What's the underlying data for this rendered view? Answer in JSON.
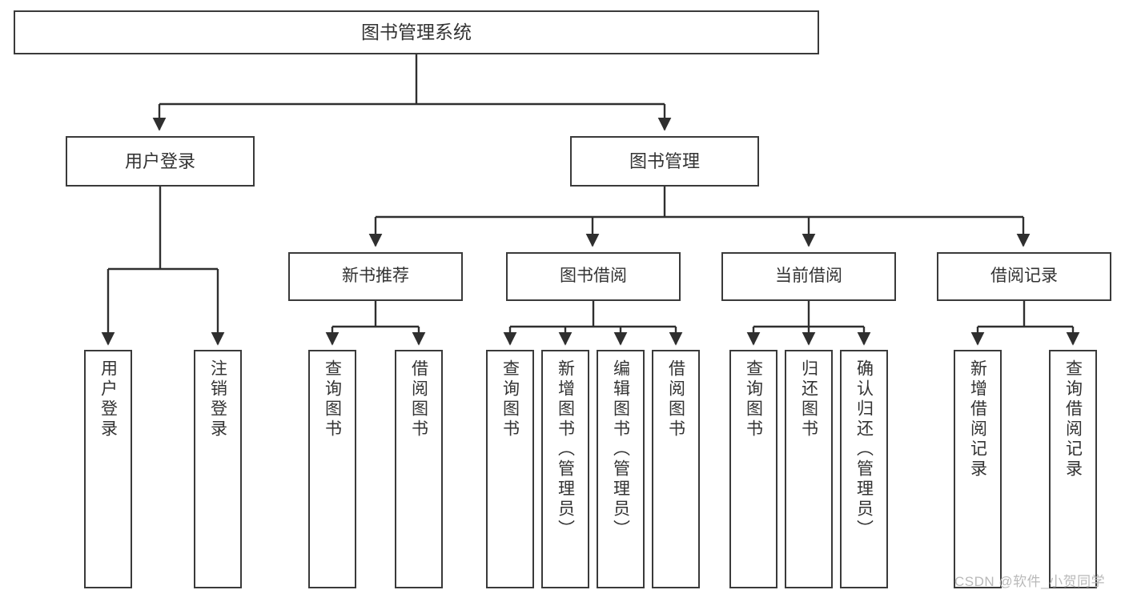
{
  "diagram": {
    "title": "图书管理系统",
    "type": "tree",
    "root": {
      "label": "图书管理系统"
    },
    "level2": [
      {
        "id": "user-login",
        "label": "用户登录"
      },
      {
        "id": "book-manage",
        "label": "图书管理"
      }
    ],
    "level3": [
      {
        "id": "new-book",
        "label": "新书推荐",
        "parent": "book-manage"
      },
      {
        "id": "borrow",
        "label": "图书借阅",
        "parent": "book-manage"
      },
      {
        "id": "current",
        "label": "当前借阅",
        "parent": "book-manage"
      },
      {
        "id": "record",
        "label": "借阅记录",
        "parent": "book-manage"
      }
    ],
    "leaves": [
      {
        "id": "leaf-user-login",
        "label": "用户登录",
        "parent": "user-login"
      },
      {
        "id": "leaf-user-logout",
        "label": "注销登录",
        "parent": "user-login"
      },
      {
        "id": "leaf-newbook-query",
        "label": "查询图书",
        "parent": "new-book"
      },
      {
        "id": "leaf-newbook-borrow",
        "label": "借阅图书",
        "parent": "new-book"
      },
      {
        "id": "leaf-borrow-query",
        "label": "查询图书",
        "parent": "borrow"
      },
      {
        "id": "leaf-borrow-add",
        "label": "新增图书（管理员）",
        "parent": "borrow"
      },
      {
        "id": "leaf-borrow-edit",
        "label": "编辑图书（管理员）",
        "parent": "borrow"
      },
      {
        "id": "leaf-borrow-lend",
        "label": "借阅图书",
        "parent": "borrow"
      },
      {
        "id": "leaf-current-query",
        "label": "查询图书",
        "parent": "current"
      },
      {
        "id": "leaf-current-return",
        "label": "归还图书",
        "parent": "current"
      },
      {
        "id": "leaf-current-confirm",
        "label": "确认归还（管理员）",
        "parent": "current"
      },
      {
        "id": "leaf-record-add",
        "label": "新增借阅记录",
        "parent": "record"
      },
      {
        "id": "leaf-record-query",
        "label": "查询借阅记录",
        "parent": "record"
      }
    ]
  },
  "watermark": {
    "text": "CSDN @软件_小贺同学"
  },
  "colors": {
    "box_border": "#3a3a3a",
    "box_fill": "#ffffff",
    "text": "#333333",
    "line": "#2f2f2f",
    "watermark": "#b9b9b9",
    "background": "#ffffff"
  }
}
